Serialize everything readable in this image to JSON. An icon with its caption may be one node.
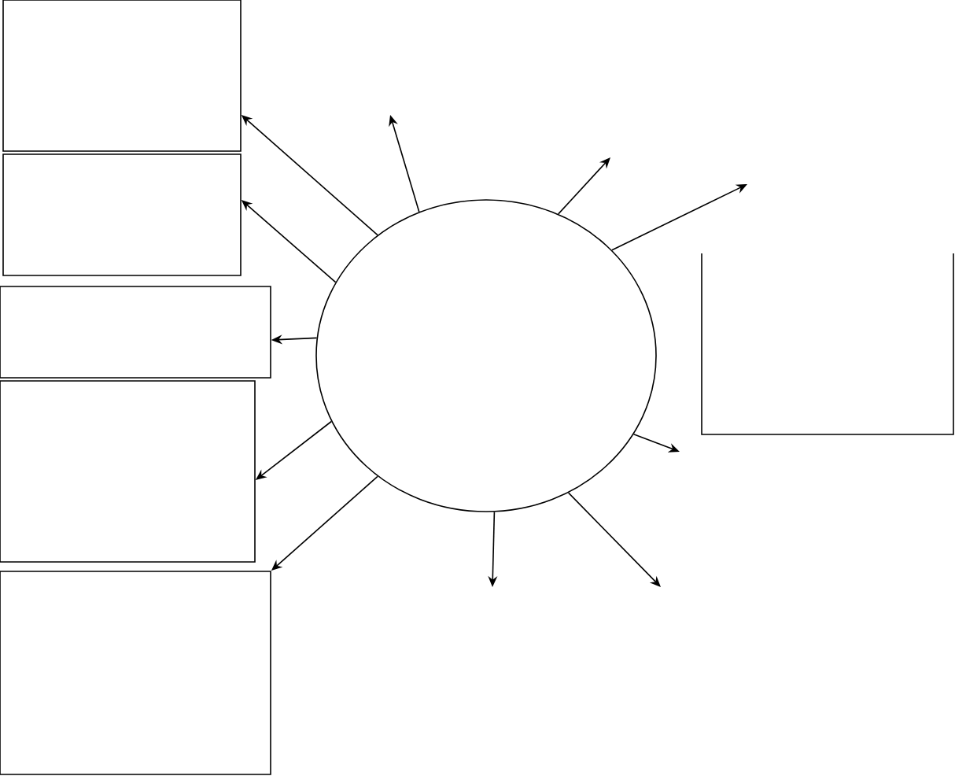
{
  "diagram": {
    "nodes": [
      {
        "text": [],
        "shape": "circle"
      },
      {
        "text": [],
        "shape": "box"
      },
      {
        "text": [],
        "shape": "box"
      },
      {
        "text": [],
        "shape": "box"
      },
      {
        "text": [],
        "shape": "box"
      },
      {
        "text": [],
        "shape": "box"
      },
      {
        "text": [],
        "shape": "box"
      }
    ],
    "edges": [
      {
        "from": 0,
        "to": 1,
        "arrow": "to"
      },
      {
        "from": 0,
        "to": 2,
        "arrow": "to"
      },
      {
        "from": 0,
        "to": 3,
        "arrow": "to"
      },
      {
        "from": 0,
        "to": 4,
        "arrow": "to"
      },
      {
        "from": 0,
        "to": 5,
        "arrow": "to"
      },
      {
        "from": 0,
        "to": null,
        "arrow": "to"
      },
      {
        "from": 0,
        "to": null,
        "arrow": "to"
      },
      {
        "from": 0,
        "to": null,
        "arrow": "to"
      },
      {
        "from": 0,
        "to": null,
        "arrow": "to"
      },
      {
        "from": 0,
        "to": null,
        "arrow": "to"
      },
      {
        "from": 0,
        "to": null,
        "arrow": "to"
      }
    ]
  }
}
